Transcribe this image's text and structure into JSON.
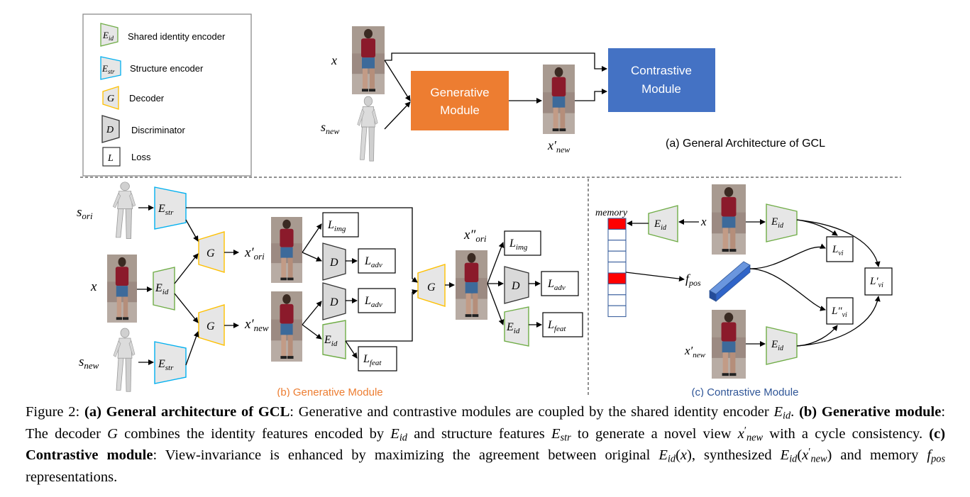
{
  "legend": {
    "items": [
      {
        "symbol": "E",
        "symbol_sub": "id",
        "text": "Shared identity encoder"
      },
      {
        "symbol": "E",
        "symbol_sub": "str",
        "text": "Structure encoder"
      },
      {
        "symbol": "G",
        "text": "Decoder"
      },
      {
        "symbol": "D",
        "text": "Discriminator"
      },
      {
        "symbol": "L",
        "text": "Loss"
      }
    ]
  },
  "panel_a": {
    "input_label": "x",
    "structure_label": "s",
    "structure_sub": "new",
    "generative_module": [
      "Generative",
      "Module"
    ],
    "contrastive_module": [
      "Contrastive",
      "Module"
    ],
    "output_label": "x′",
    "output_sub": "new",
    "caption": "(a) General Architecture of GCL"
  },
  "panel_b": {
    "s_ori": {
      "main": "s",
      "sub": "ori"
    },
    "s_new": {
      "main": "s",
      "sub": "new"
    },
    "x": "x",
    "E_str": {
      "main": "E",
      "sub": "str"
    },
    "E_id": {
      "main": "E",
      "sub": "id"
    },
    "G": "G",
    "D": "D",
    "x_ori_prime": {
      "main": "x′",
      "sub": "ori"
    },
    "x_new_prime": {
      "main": "x′",
      "sub": "new"
    },
    "x_ori_dprime": {
      "main": "x″",
      "sub": "ori"
    },
    "L_img": {
      "main": "L",
      "sub": "img"
    },
    "L_adv": {
      "main": "L",
      "sub": "adv"
    },
    "L_feat": {
      "main": "L",
      "sub": "feat"
    },
    "caption": "(b) Generative Module"
  },
  "panel_c": {
    "memory": "memory",
    "E_id": {
      "main": "E",
      "sub": "id"
    },
    "x": "x",
    "x_new_prime": {
      "main": "x′",
      "sub": "new"
    },
    "f_pos": {
      "main": "f",
      "sub": "pos"
    },
    "L_vi": {
      "main": "L",
      "sub": "vi"
    },
    "L_vi_dprime": {
      "main": "L″",
      "sub": "vi"
    },
    "L_vi_prime": {
      "main": "L′",
      "sub": "vi"
    },
    "caption": "(c) Contrastive Module"
  },
  "caption": {
    "label": "Figure 2:",
    "a_bold": "(a) General architecture of GCL",
    "a_text": ": Generative and contrastive modules are coupled by the shared identity encoder",
    "b_bold": "(b) Generative module",
    "b_text_1": ": The decoder",
    "b_text_2": "combines the identity features encoded by",
    "b_text_3": "and structure features",
    "b_text_4": "to generate a novel view",
    "b_text_5": "with a cycle consistency.",
    "c_bold": "(c) Contrastive module",
    "c_text_1": ": View-invariance is enhanced by maximizing the agreement between original",
    "c_text_2": ", synthesized",
    "c_text_3": "and memory",
    "c_text_4": "representations."
  },
  "colors": {
    "generative": "#ed7d31",
    "contrastive": "#4472c4",
    "e_id_fill": "#e2e2e2",
    "e_id_stroke": "#70ad47",
    "e_str_stroke": "#00b0f0",
    "g_stroke": "#ffc000",
    "memory_red": "#ff0000",
    "memory_stroke": "#2e5597",
    "fpos": "#2f64c8",
    "caption_b": "#ed7d31",
    "caption_c": "#2f5597"
  }
}
